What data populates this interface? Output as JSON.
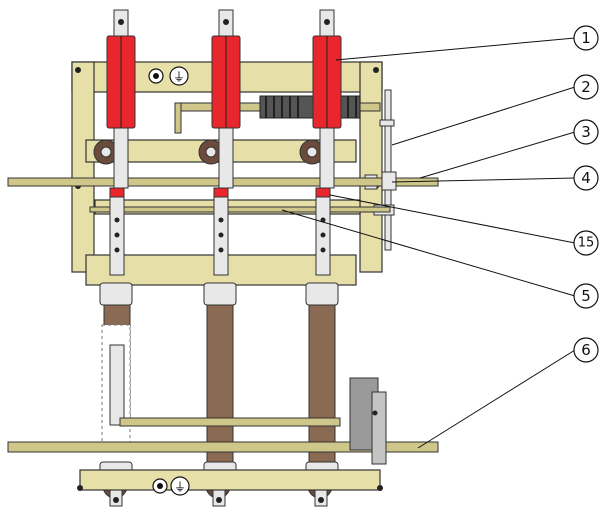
{
  "diagram": {
    "callouts": [
      {
        "id": "1",
        "label": "①"
      },
      {
        "id": "2",
        "label": "②"
      },
      {
        "id": "3",
        "label": "③"
      },
      {
        "id": "4",
        "label": "④"
      },
      {
        "id": "15",
        "label": "⑮"
      },
      {
        "id": "5",
        "label": "⑤"
      },
      {
        "id": "6",
        "label": "⑥"
      }
    ],
    "ground_symbol": "⏚",
    "colors": {
      "frame": "#e6dfa8",
      "insulator_top": "#e8262b",
      "insulator_bottom": "#8a6a52"
    }
  }
}
